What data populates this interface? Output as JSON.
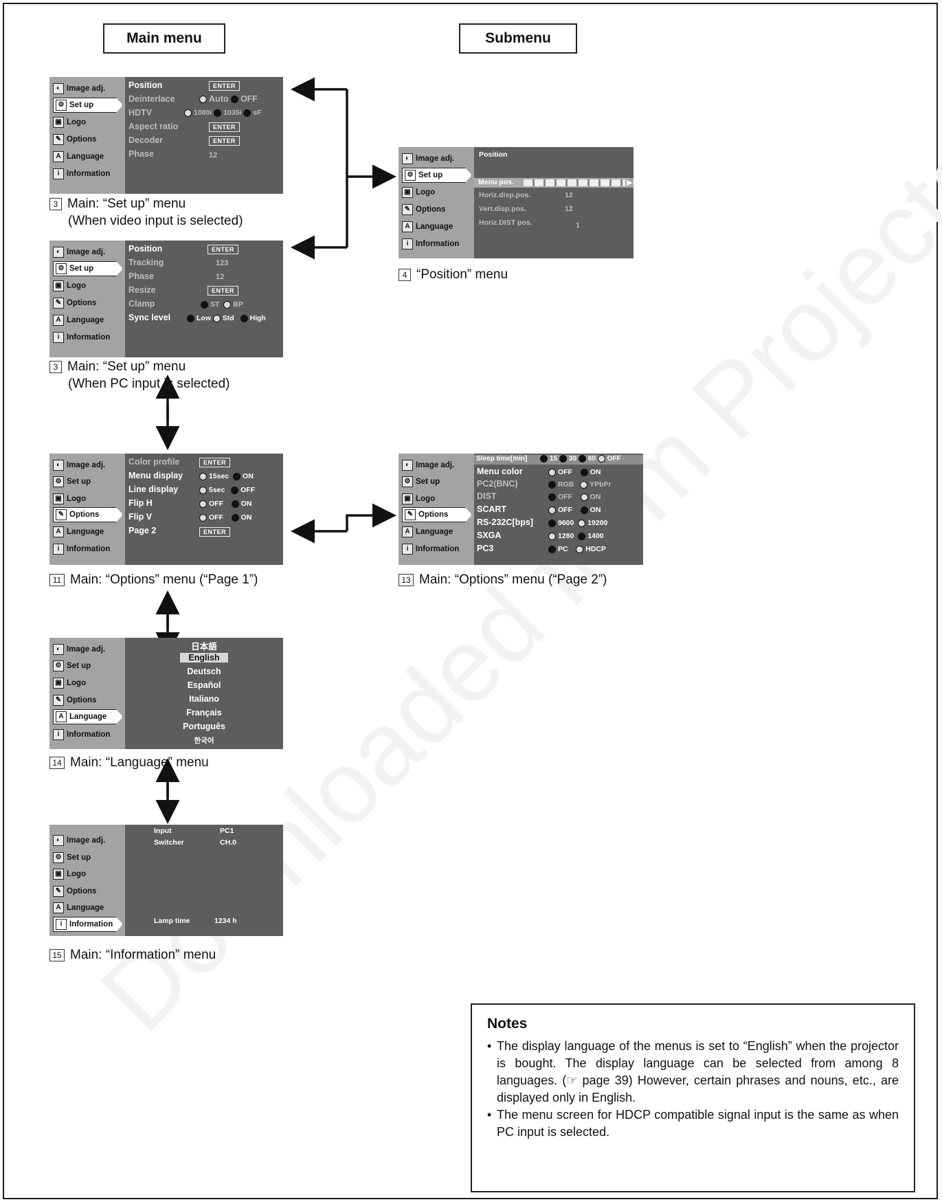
{
  "headers": {
    "main": "Main menu",
    "sub": "Submenu"
  },
  "sidebar_labels": [
    "Image adj.",
    "Set up",
    "Logo",
    "Options",
    "Language",
    "Information"
  ],
  "setup_video": {
    "rows": [
      {
        "label": "Position",
        "value": "ENTER"
      },
      {
        "label": "Deinterlace",
        "opt1": "Auto",
        "opt2": "OFF"
      },
      {
        "label": "HDTV",
        "opt1": "1080i",
        "opt2": "1035i",
        "opt3": "sF"
      },
      {
        "label": "Aspect ratio",
        "value": "ENTER"
      },
      {
        "label": "Decoder",
        "value": "ENTER"
      },
      {
        "label": "Phase",
        "value": "12"
      }
    ],
    "caption_num": "3",
    "caption_line1": "Main: “Set up” menu",
    "caption_line2": "(When video input is selected)"
  },
  "setup_pc": {
    "rows": [
      {
        "label": "Position",
        "value": "ENTER"
      },
      {
        "label": "Tracking",
        "value": "123"
      },
      {
        "label": "Phase",
        "value": "12"
      },
      {
        "label": "Resize",
        "value": "ENTER"
      },
      {
        "label": "Clamp",
        "opt1": "ST",
        "opt2": "BP"
      },
      {
        "label": "Sync level",
        "opt1": "Low",
        "opt2": "Std",
        "opt3": "High"
      }
    ],
    "caption_num": "3",
    "caption_line1": "Main: “Set up” menu",
    "caption_line2": "(When PC input is selected)"
  },
  "position": {
    "title": "Position",
    "rows": [
      {
        "label": "Menu pos."
      },
      {
        "label": "Horiz.disp.pos.",
        "value": "12"
      },
      {
        "label": "Vert.disp.pos.",
        "value": "12"
      },
      {
        "label": "Horiz.DIST pos.",
        "value": "1"
      }
    ],
    "caption_num": "4",
    "caption": "“Position” menu"
  },
  "options1": {
    "rows": [
      {
        "label": "Color profile",
        "value": "ENTER"
      },
      {
        "label": "Menu display",
        "opt1": "15sec",
        "opt2": "ON"
      },
      {
        "label": "Line display",
        "opt1": "5sec",
        "opt2": "OFF"
      },
      {
        "label": "Flip H",
        "opt1": "OFF",
        "opt2": "ON"
      },
      {
        "label": "Flip V",
        "opt1": "OFF",
        "opt2": "ON"
      },
      {
        "label": "Page 2",
        "value": "ENTER"
      }
    ],
    "caption_num": "11",
    "caption": "Main: “Options” menu (“Page 1”)"
  },
  "options2": {
    "rows": [
      {
        "label": "Sleep time[min]",
        "opt1": "15",
        "opt2": "30",
        "opt3": "60",
        "opt4": "OFF"
      },
      {
        "label": "Menu color",
        "opt1": "OFF",
        "opt2": "ON"
      },
      {
        "label": "PC2(BNC)",
        "opt1": "RGB",
        "opt2": "YPbPr"
      },
      {
        "label": "DIST",
        "opt1": "OFF",
        "opt2": "ON"
      },
      {
        "label": "SCART",
        "opt1": "OFF",
        "opt2": "ON"
      },
      {
        "label": "RS-232C[bps]",
        "opt1": "9600",
        "opt2": "19200"
      },
      {
        "label": "SXGA",
        "opt1": "1280",
        "opt2": "1400"
      },
      {
        "label": "PC3",
        "opt1": "PC",
        "opt2": "HDCP"
      }
    ],
    "caption_num": "13",
    "caption": "Main: “Options” menu (“Page 2”)"
  },
  "language": {
    "items": [
      "日本語",
      "English",
      "Deutsch",
      "Español",
      "Italiano",
      "Français",
      "Português",
      "한국어"
    ],
    "caption_num": "14",
    "caption": "Main: “Language” menu"
  },
  "information": {
    "rows": [
      {
        "label": "Input",
        "value": "PC1"
      },
      {
        "label": "Switcher",
        "value": "CH.0"
      },
      {
        "label": "Lamp time",
        "value": "1234 h"
      }
    ],
    "caption_num": "15",
    "caption": "Main: “Information” menu"
  },
  "notes": {
    "title": "Notes",
    "items": [
      "The display language of the menus is set to “English” when the projector is bought. The display language can be selected from among 8 languages. (☞ page 39) However, certain phrases and nouns, etc., are displayed only in English.",
      "The menu screen for HDCP compatible signal input is the same as when PC input is selected."
    ]
  }
}
